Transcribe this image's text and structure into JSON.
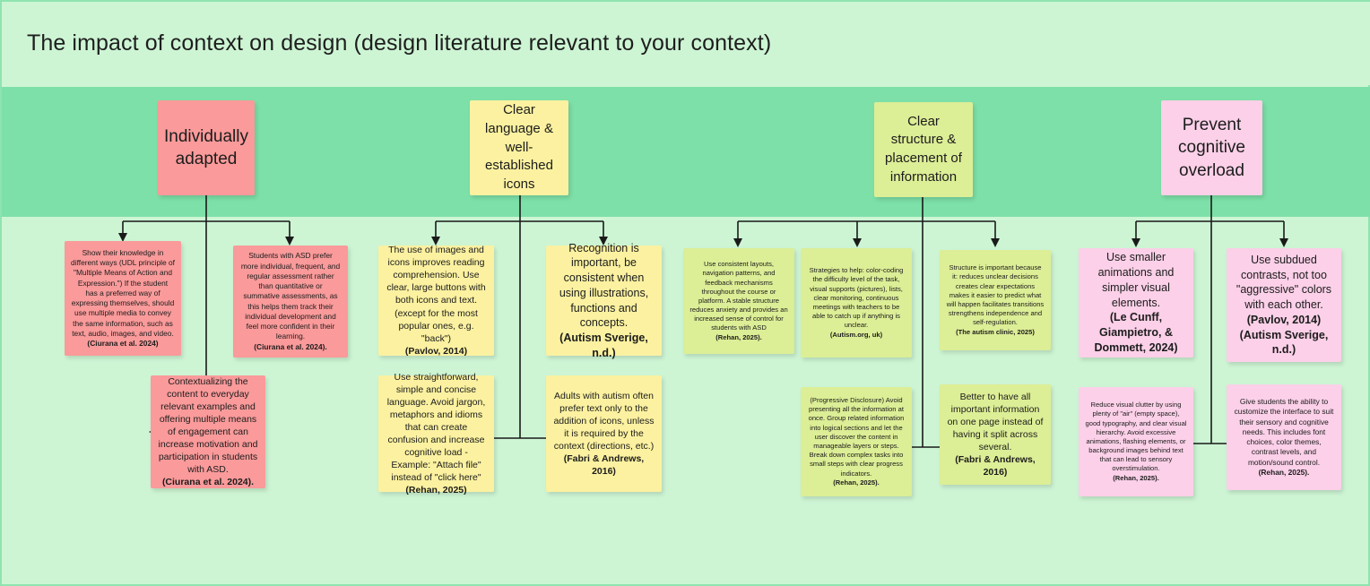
{
  "board": {
    "title": "The impact of context on design (design literature relevant to your context)",
    "colors": {
      "canvas": "#cdf5d4",
      "header_band": "#7de0a8",
      "pink_red": "#fa9a9a",
      "yellow": "#fbf1a0",
      "lime": "#dcee96",
      "pink": "#fbd0e8",
      "connector": "#1a1a1a"
    }
  },
  "columns": [
    {
      "id": "individually-adapted",
      "header": {
        "label": "Individually adapted",
        "color": "#fa9a9a",
        "size": "big"
      },
      "notes": [
        {
          "text": "Show their knowledge in different ways (UDL principle of \"Multiple Means of Action and Expression.\") If the student has a preferred way of expressing themselves, should use multiple media to convey the same information, such as text, audio, images, and video.",
          "cite": "(Ciurana et al. 2024)",
          "color": "#fa9a9a",
          "size": "s9"
        },
        {
          "text": "Students with ASD prefer more individual, frequent, and regular assessment rather than quantitative or summative assessments, as this helps them track their individual development and feel more confident in their learning.",
          "cite": "(Ciurana et al. 2024).",
          "color": "#fa9a9a",
          "size": "s9"
        },
        {
          "text": "Contextualizing the content to everyday relevant examples and offering multiple means of engagement can increase motivation and participation in students with ASD.",
          "cite": "(Ciurana et al. 2024).",
          "color": "#fa9a9a",
          "size": "s11"
        }
      ]
    },
    {
      "id": "clear-language-icons",
      "header": {
        "label": "Clear language & well-established icons",
        "color": "#fbf1a0",
        "size": "normal"
      },
      "notes": [
        {
          "text": "The use of images and icons improves reading comprehension. Use clear, large buttons with both icons and text. (except for the most popular ones, e.g. \"back\")",
          "cite": "(Pavlov, 2014)",
          "color": "#fbf1a0",
          "size": "s11"
        },
        {
          "text": "Recognition is important, be consistent when using illustrations, functions and concepts.",
          "cite": "(Autism Sverige, n.d.)",
          "color": "#fbf1a0",
          "size": "s13"
        },
        {
          "text": "Use straightforward, simple and concise language. Avoid jargon, metaphors and idioms that can create confusion and increase cognitive load - Example: \"Attach file\" instead of \"click here\"",
          "cite": "(Rehan, 2025)",
          "color": "#fbf1a0",
          "size": "s11"
        },
        {
          "text": "Adults with autism often prefer text only to the addition of icons, unless it is required by the context (directions, etc.)",
          "cite": "(Fabri & Andrews, 2016)",
          "color": "#fbf1a0",
          "size": "s11"
        }
      ]
    },
    {
      "id": "clear-structure-placement",
      "header": {
        "label": "Clear structure & placement of information",
        "color": "#dcee96",
        "size": "normal"
      },
      "notes": [
        {
          "text": "Use consistent layouts, navigation patterns, and feedback mechanisms throughout the course or platform. A stable structure reduces anxiety and provides an increased sense of control for students with ASD",
          "cite": "(Rehan, 2025).",
          "color": "#dcee96",
          "size": "s8"
        },
        {
          "text": "Strategies to help: color-coding the difficulty level of the task, visual supports (pictures), lists, clear monitoring, continuous meetings with teachers to be able to catch up if anything is unclear.",
          "cite": "(Autism.org, uk)",
          "color": "#dcee96",
          "size": "s8"
        },
        {
          "text": "Structure is important because it: reduces unclear decisions creates clear expectations makes it easier to predict what will happen facilitates transitions strengthens independence and self-regulation.",
          "cite": "(The autism clinic, 2025)",
          "color": "#dcee96",
          "size": "s8"
        },
        {
          "text": "(Progressive Disclosure) Avoid presenting all the information at once. Group related information into logical sections and let the user discover the content in manageable layers or steps. Break down complex tasks into small steps with clear progress indicators.",
          "cite": "(Rehan, 2025).",
          "color": "#dcee96",
          "size": "s8"
        },
        {
          "text": "Better to have all important information on one page instead of having it split across several.",
          "cite": "(Fabri & Andrews, 2016)",
          "color": "#dcee96",
          "size": "s11"
        }
      ]
    },
    {
      "id": "prevent-cognitive-overload",
      "header": {
        "label": "Prevent cognitive overload",
        "color": "#fbd0e8",
        "size": "big"
      },
      "notes": [
        {
          "text": "Use smaller animations and simpler visual elements.",
          "cite": "(Le Cunff, Giampietro, & Dommett, 2024)",
          "color": "#fbd0e8",
          "size": "s13"
        },
        {
          "text": "Use subdued contrasts, not too \"aggressive\" colors with each other.",
          "cite": "(Pavlov, 2014) (Autism Sverige, n.d.)",
          "color": "#fbd0e8",
          "size": "s13"
        },
        {
          "text": "Reduce visual clutter by using plenty of \"air\" (empty space), good typography, and clear visual hierarchy. Avoid excessive animations, flashing elements, or background images behind text that can lead to sensory overstimulation.",
          "cite": "(Rehan, 2025).",
          "color": "#fbd0e8",
          "size": "s8"
        },
        {
          "text": "Give students the ability to customize the interface to suit their sensory and cognitive needs. This includes font choices, color themes, contrast levels, and motion/sound control.",
          "cite": "(Rehan, 2025).",
          "color": "#fbd0e8",
          "size": "s9"
        }
      ]
    }
  ]
}
